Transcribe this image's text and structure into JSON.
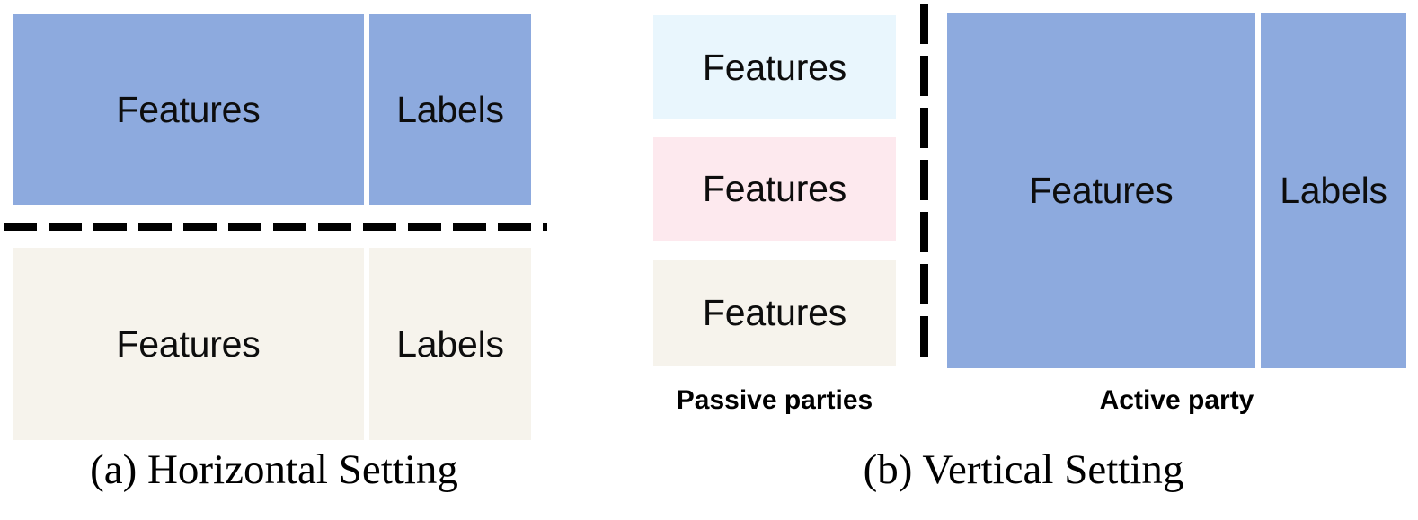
{
  "figure": {
    "panels": [
      {
        "id": "a",
        "caption": "(a) Horizontal Setting",
        "rows": [
          {
            "feature_box": {
              "label": "Features",
              "color": "#8daade"
            },
            "label_box": {
              "label": "Labels",
              "color": "#8daade"
            }
          },
          {
            "feature_box": {
              "label": "Features",
              "color": "#f6f3ec"
            },
            "label_box": {
              "label": "Labels",
              "color": "#f6f3ec"
            }
          }
        ],
        "divider": {
          "style": "dashed",
          "orientation": "horizontal",
          "color": "#000000"
        }
      },
      {
        "id": "b",
        "caption": "(b) Vertical Setting",
        "passive": {
          "group_label": "Passive parties",
          "boxes": [
            {
              "label": "Features",
              "color": "#e9f6fd"
            },
            {
              "label": "Features",
              "color": "#fde9ee"
            },
            {
              "label": "Features",
              "color": "#f6f3ec"
            }
          ]
        },
        "active": {
          "group_label": "Active party",
          "feature_box": {
            "label": "Features",
            "color": "#8daade"
          },
          "label_box": {
            "label": "Labels",
            "color": "#8daade"
          }
        },
        "divider": {
          "style": "dashed",
          "orientation": "vertical",
          "color": "#000000"
        }
      }
    ],
    "colors": {
      "primary_blue": "#8daade",
      "light_blue": "#e9f6fd",
      "light_pink": "#fde9ee",
      "cream": "#f6f3ec",
      "text": "#000000",
      "background": "#ffffff"
    }
  }
}
